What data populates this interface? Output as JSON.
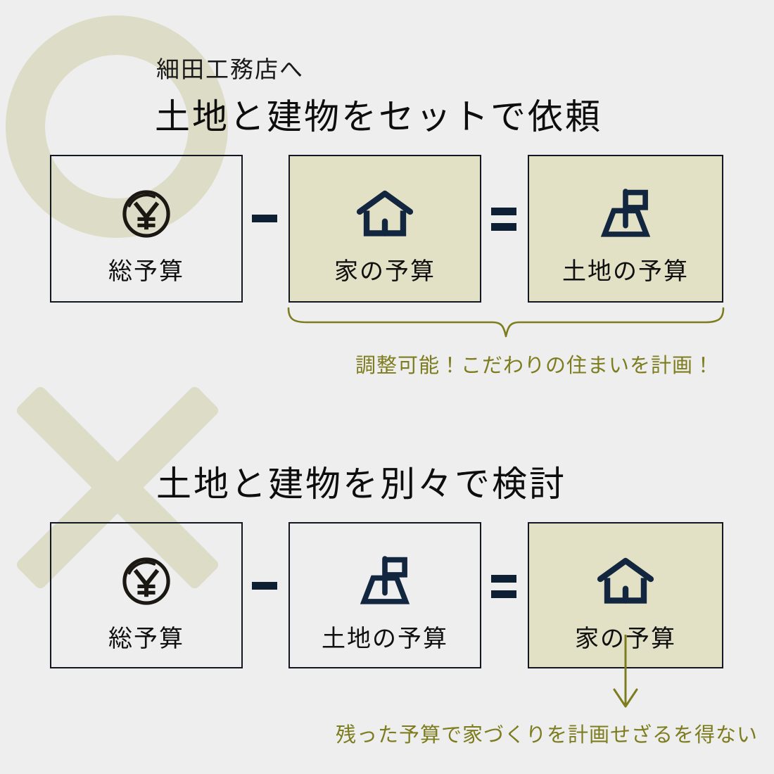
{
  "page": {
    "background_color": "#eeeeee",
    "olive_fill": "#e2e1c5",
    "olive_text": "#7d7d20",
    "navy": "#0d2033",
    "watermark_color": "#dcdcc7"
  },
  "section_good": {
    "watermark_icon": "circle-o-mark",
    "eyebrow": "細田工務店へ",
    "heading": "土地と建物をセットで依頼",
    "boxes": [
      {
        "icon": "yen-coin-icon",
        "label": "総予算",
        "style": "plain"
      },
      {
        "icon": "house-icon",
        "label": "家の予算",
        "style": "olive"
      },
      {
        "icon": "land-plot-flag-icon",
        "label": "土地の予算",
        "style": "olive"
      }
    ],
    "operators": [
      "minus-sign",
      "equals-sign"
    ],
    "brace_caption": "調整可能！こだわりの住まいを計画！"
  },
  "section_bad": {
    "watermark_icon": "cross-x-mark",
    "heading": "土地と建物を別々で検討",
    "boxes": [
      {
        "icon": "yen-coin-icon",
        "label": "総予算",
        "style": "plain"
      },
      {
        "icon": "land-plot-flag-icon",
        "label": "土地の予算",
        "style": "plain"
      },
      {
        "icon": "house-icon",
        "label": "家の予算",
        "style": "olive"
      }
    ],
    "operators": [
      "minus-sign",
      "equals-sign"
    ],
    "arrow_caption": "残った予算で家づくりを計画せざるを得ない"
  }
}
